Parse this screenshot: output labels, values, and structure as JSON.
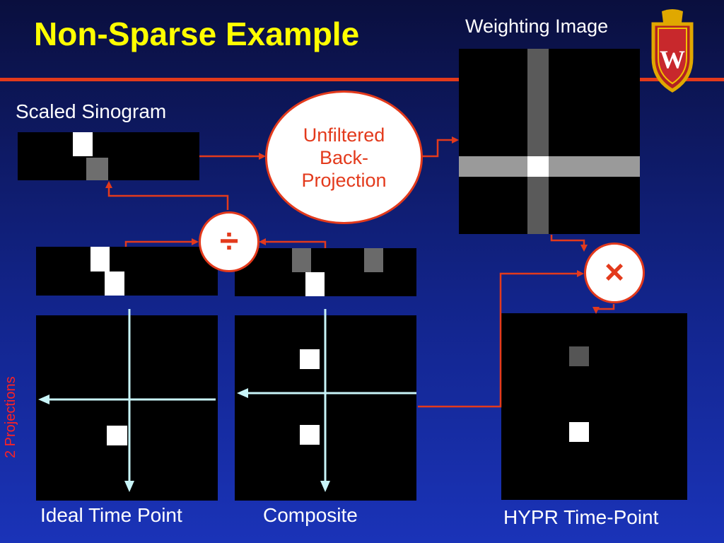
{
  "title": "Non-Sparse Example",
  "labels": {
    "weighting_image": "Weighting Image",
    "scaled_sinogram": "Scaled Sinogram",
    "ideal_time_point": "Ideal Time Point",
    "composite": "Composite",
    "hypr_time_point": "HYPR Time-Point",
    "two_projections": "2 Projections"
  },
  "back_projection": {
    "line1": "Unfiltered",
    "line2": "Back-",
    "line3": "Projection"
  },
  "operators": {
    "divide": "÷",
    "multiply": "×"
  },
  "colors": {
    "title": "#ffff00",
    "accent": "#e33a1c",
    "arrow_light": "#c8f4f8",
    "background_top": "#0a0f3e",
    "background_bottom": "#1a33b8"
  },
  "logo": {
    "name": "university-crest-logo",
    "letter": "W"
  }
}
